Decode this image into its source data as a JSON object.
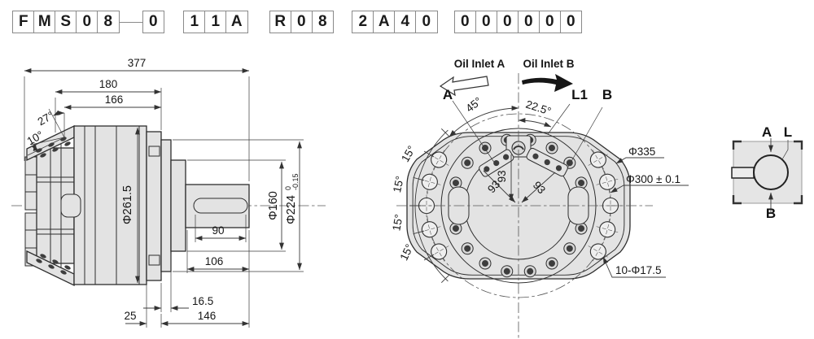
{
  "model_code": {
    "groups": [
      [
        "F",
        "M",
        "S",
        "0",
        "8"
      ],
      [
        "0"
      ],
      [
        "1",
        "1",
        "A"
      ],
      [
        "R",
        "0",
        "8"
      ],
      [
        "2",
        "A",
        "4",
        "0"
      ],
      [
        "0",
        "0",
        "0",
        "0",
        "0",
        "0"
      ]
    ]
  },
  "side_view": {
    "overall_length": "377",
    "length_180": "180",
    "length_166": "166",
    "angle_27": "27°",
    "angle_10": "10°",
    "body_dia": "Φ261.5",
    "pilot_dia": "Φ160",
    "spigot_dia": "Φ224",
    "spigot_tol_upper": "0",
    "spigot_tol_lower": "-0.15",
    "key_length": "90",
    "shaft_length": "106",
    "spigot_width": "16.5",
    "flange_thickness": "25",
    "front_length": "146"
  },
  "front_view": {
    "oil_inlet_a": "Oil Inlet A",
    "oil_inlet_b": "Oil Inlet B",
    "label_a": "A",
    "label_l1": "L1",
    "label_b": "B",
    "angle_45": "45°",
    "angle_22_5": "22.5°",
    "angle_15": "15°",
    "radius_93": "93",
    "flange_dia": "Φ335",
    "bolt_circle_dia": "Φ300 ± 0.1",
    "bolt_holes": "10-Φ17.5"
  },
  "port_diagram": {
    "label_a": "A",
    "label_l": "L",
    "label_b": "B"
  },
  "colors": {
    "line": "#2e2e2e",
    "dimension": "#3c3c3c",
    "fill": "#e3e3e3"
  }
}
